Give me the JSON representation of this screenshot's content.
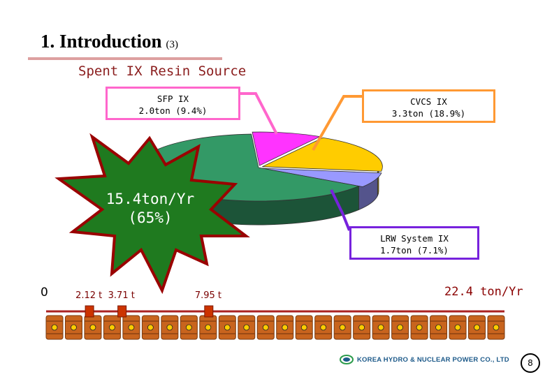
{
  "header": {
    "title": "1. Introduction",
    "title_sub": "(3)"
  },
  "chart_data": {
    "type": "pie",
    "title": "Spent IX Resin Source",
    "slices": [
      {
        "key": "sfp",
        "name": "SFP IX",
        "value_label": "2.0ton (9.4%)",
        "tons": 2.0,
        "percent": 9.4,
        "color": "#ff33ff"
      },
      {
        "key": "cvcs",
        "name": "CVCS IX",
        "value_label": "3.3ton (18.9%)",
        "tons": 3.3,
        "percent": 18.9,
        "color": "#ffcc00"
      },
      {
        "key": "lrw",
        "name": "LRW System IX",
        "value_label": "1.7ton (7.1%)",
        "tons": 1.7,
        "percent": 7.1,
        "color": "#9999ff"
      },
      {
        "key": "main",
        "name": "",
        "value_label": "15.4ton/Yr (65%)",
        "tons": 15.4,
        "percent": 65,
        "color": "#339966"
      }
    ],
    "highlight": {
      "line1": "15.4ton/Yr",
      "line2": "(65%)"
    },
    "scale": {
      "zero_label": "0",
      "ticks": [
        {
          "label": "2.12 t",
          "value": 2.12
        },
        {
          "label": "3.71 t",
          "value": 3.71
        },
        {
          "label": "7.95 t",
          "value": 7.95
        }
      ],
      "total_label": "22.4 ton/Yr",
      "total_value": 22.4,
      "drum_count": 24
    }
  },
  "footer": {
    "company": "KOREA HYDRO & NUCLEAR POWER CO., LTD",
    "page_number": "8"
  }
}
